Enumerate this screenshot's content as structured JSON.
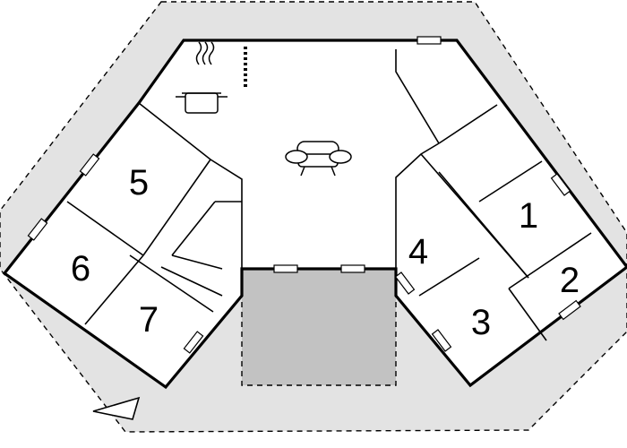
{
  "colors": {
    "terrain": "#e3e3e3",
    "interior": "#ffffff",
    "terrace": "#c2c2c2",
    "wall": "#000000"
  },
  "rooms": [
    {
      "id": "room-1",
      "label": "1"
    },
    {
      "id": "room-2",
      "label": "2"
    },
    {
      "id": "room-3",
      "label": "3"
    },
    {
      "id": "room-4",
      "label": "4"
    },
    {
      "id": "room-5",
      "label": "5"
    },
    {
      "id": "room-6",
      "label": "6"
    },
    {
      "id": "room-7",
      "label": "7"
    }
  ],
  "icons": [
    "cooking-pot-icon",
    "sofa-icon",
    "north-arrow-icon"
  ]
}
